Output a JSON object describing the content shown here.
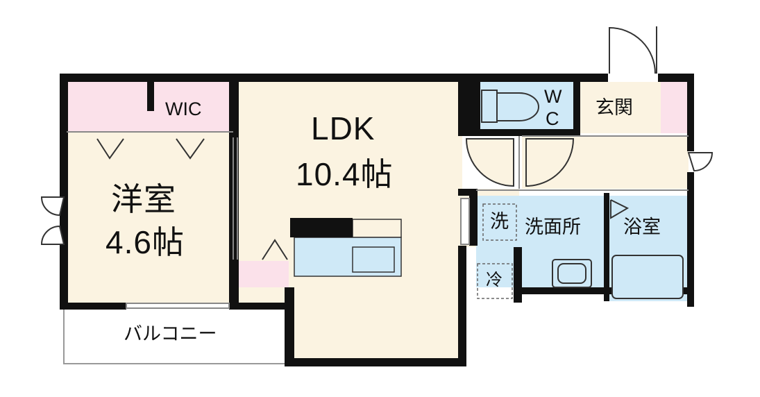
{
  "floor_plan": {
    "rooms": {
      "ldk": {
        "name": "LDK",
        "size": "10.4帖"
      },
      "western": {
        "name": "洋室",
        "size": "4.6帖"
      },
      "wic": {
        "name": "WIC"
      },
      "toilet": {
        "name_top": "W",
        "name_bottom": "C"
      },
      "entrance": {
        "name": "玄関"
      },
      "washroom": {
        "name": "洗面所"
      },
      "bath": {
        "name": "浴室"
      },
      "balcony": {
        "name": "バルコニー"
      }
    },
    "symbols": {
      "washer": "洗",
      "fridge": "冷"
    },
    "colors": {
      "wall": "#111111",
      "ldk_floor": "#fbf3e1",
      "wet_area": "#cfe9f7",
      "storage": "#fbe1ea",
      "balcony": "#ffffff"
    }
  }
}
